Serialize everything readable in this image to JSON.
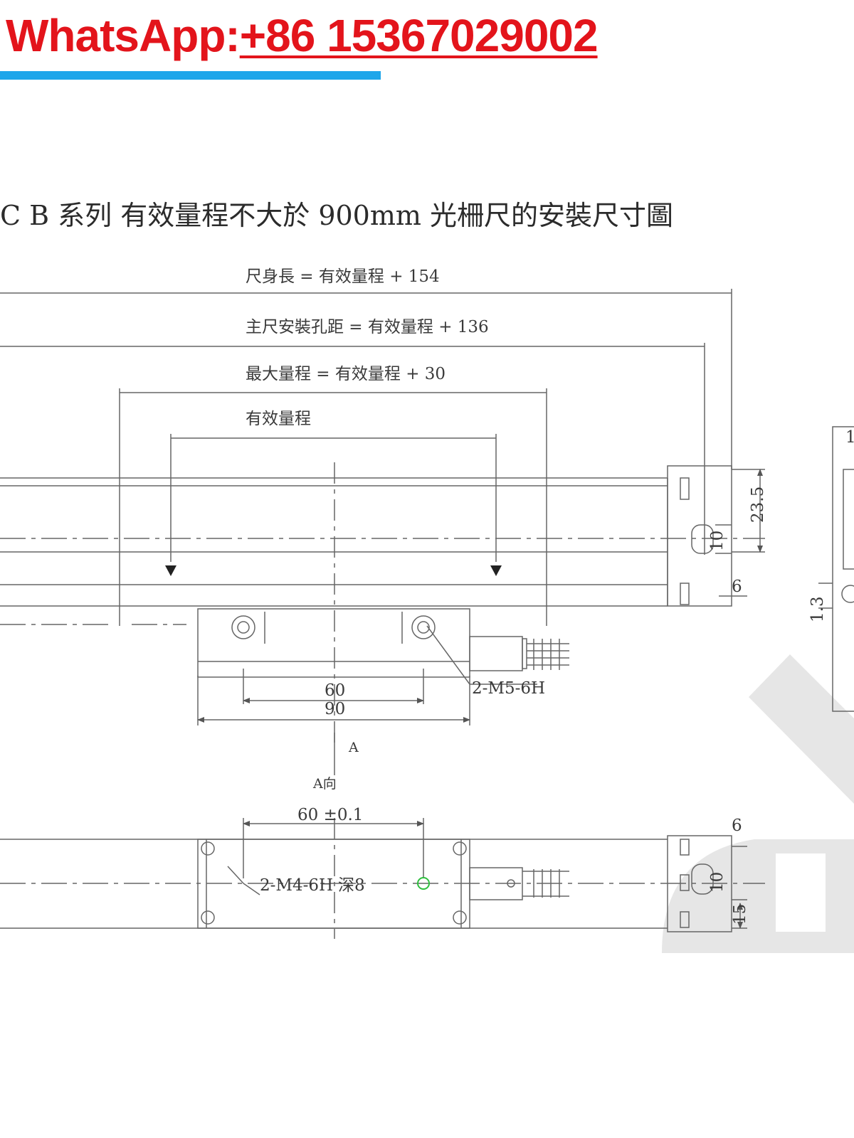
{
  "contact": {
    "label": "WhatsApp:",
    "number": "+86 15367029002",
    "color": "#e3141b",
    "bar_color": "#1ea6ea"
  },
  "drawing": {
    "title": "C B 系列 有效量程不大於 900mm 光柵尺的安裝尺寸圖",
    "dims": {
      "body_length": "尺身長 = 有效量程 + 154",
      "main_hole_spacing": "主尺安裝孔距 = 有效量程 + 136",
      "max_range": "最大量程 = 有效量程 + 30",
      "effective_range": "有效量程",
      "height_23_5": "23.5",
      "slot_10_top": "10",
      "offset_6_top": "6",
      "offset_1_3": "1.3",
      "side_partial": "1",
      "reader_60": "60",
      "reader_90": "90",
      "thread_m5": "2-M5-6H",
      "view_mark": "A",
      "view_label": "A向",
      "hole_spacing_tol": "60 ±0.1",
      "thread_m4": "2-M4-6H",
      "depth": "深8",
      "offset_6_bottom": "6",
      "slot_10_bottom": "10",
      "height_15": "15"
    }
  }
}
